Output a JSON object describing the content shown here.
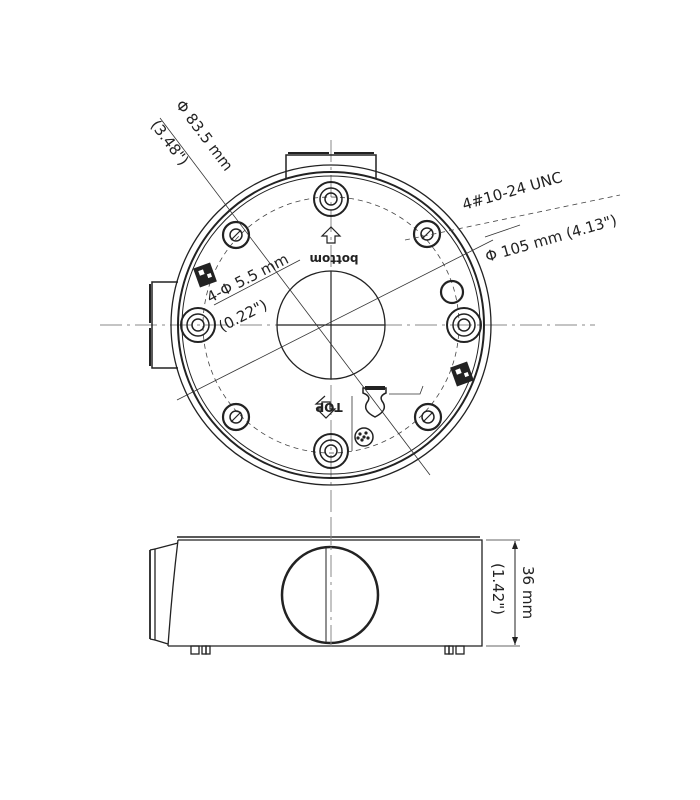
{
  "diagram": {
    "title": "Junction box dimension drawing",
    "top_view": {
      "labels": {
        "inner_diameter": "Φ 83.5 mm",
        "inner_diameter_in": "(3.48\")",
        "thread": "4#10-24 UNC",
        "outer_diameter": "Φ 105 mm (4.13\")",
        "hole_diameter": "4-Φ 5.5 mm",
        "hole_diameter_in": "(0.22\")",
        "bottom_mark": "bottom",
        "top_mark": "TOP"
      }
    },
    "side_view": {
      "labels": {
        "height": "36 mm",
        "height_in": "(1.42\")"
      }
    },
    "colors": {
      "line": "#222222",
      "centerline": "#888888",
      "background": "#ffffff"
    }
  }
}
